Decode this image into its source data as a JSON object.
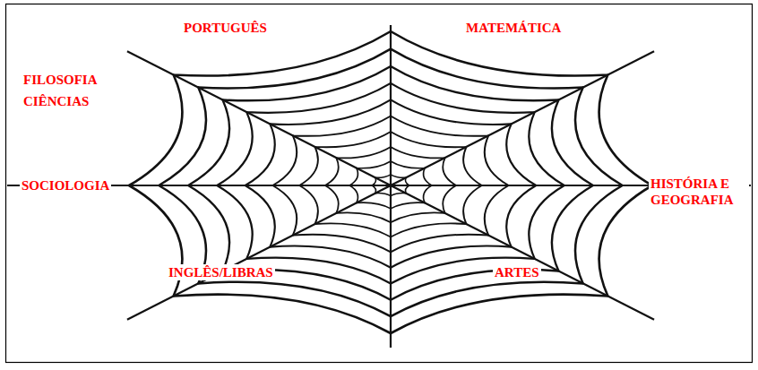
{
  "diagram": {
    "labels": [
      "PORTUGUÊS",
      "MATEMÁTICA",
      "FILOSOFIA",
      "CIÊNCIAS",
      "SOCIOLOGIA",
      "HISTÓRIA E GEOGRAFIA",
      "INGLÊS/LIBRAS",
      "ARTES"
    ]
  }
}
